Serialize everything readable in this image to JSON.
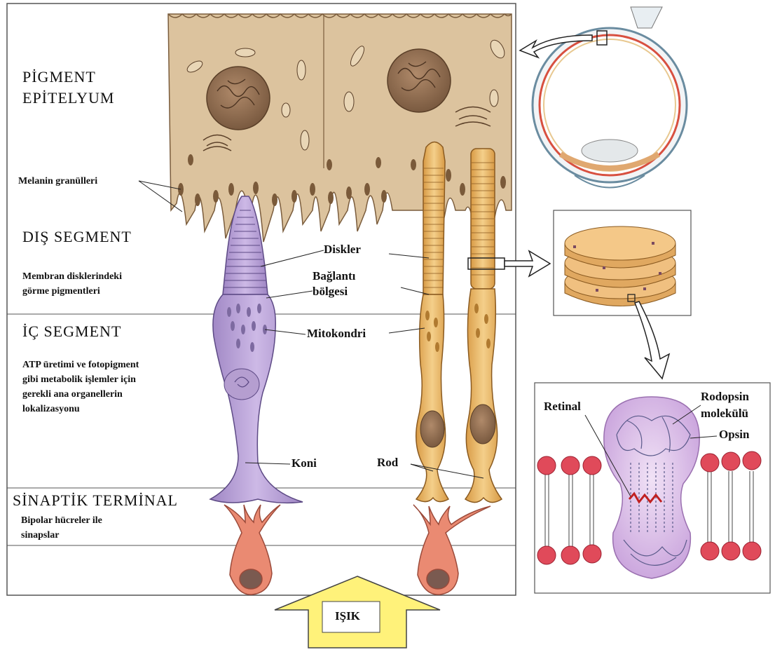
{
  "sections": {
    "pigment_title": "PİGMENT\nEPİTELYUM",
    "outer_segment_title": "DIŞ SEGMENT",
    "outer_segment_desc": "Membran disklerindeki\ngörme pigmentleri",
    "inner_segment_title": "İÇ SEGMENT",
    "inner_segment_desc": "ATP üretimi ve fotopigment\ngibi metabolik işlemler için\ngerekli ana organellerin\nlokalizasyonu",
    "synaptic_title": "SİNAPTİK TERMİNAL",
    "synaptic_desc": "Bipolar hücreler ile\nsinapslar"
  },
  "callouts": {
    "melanin": "Melanin granülleri",
    "discs": "Diskler",
    "connecting_1": "Bağlantı",
    "connecting_2": "bölgesi",
    "mitochondria": "Mitokondri",
    "cone": "Koni",
    "rod": "Rod"
  },
  "inset": {
    "retinal": "Retinal",
    "rhodopsin_1": "Rodopsin",
    "rhodopsin_2": "molekülü",
    "opsin": "Opsin"
  },
  "light_arrow": "IŞIK",
  "colors": {
    "epithelium": "#d9bf9a",
    "epithelium_dark": "#8a6a45",
    "cone": "#b9a0d4",
    "rod": "#e8b565",
    "bipolar": "#e8806a",
    "lipid_head": "#e04a5a",
    "light_arrow": "#fff27a"
  }
}
